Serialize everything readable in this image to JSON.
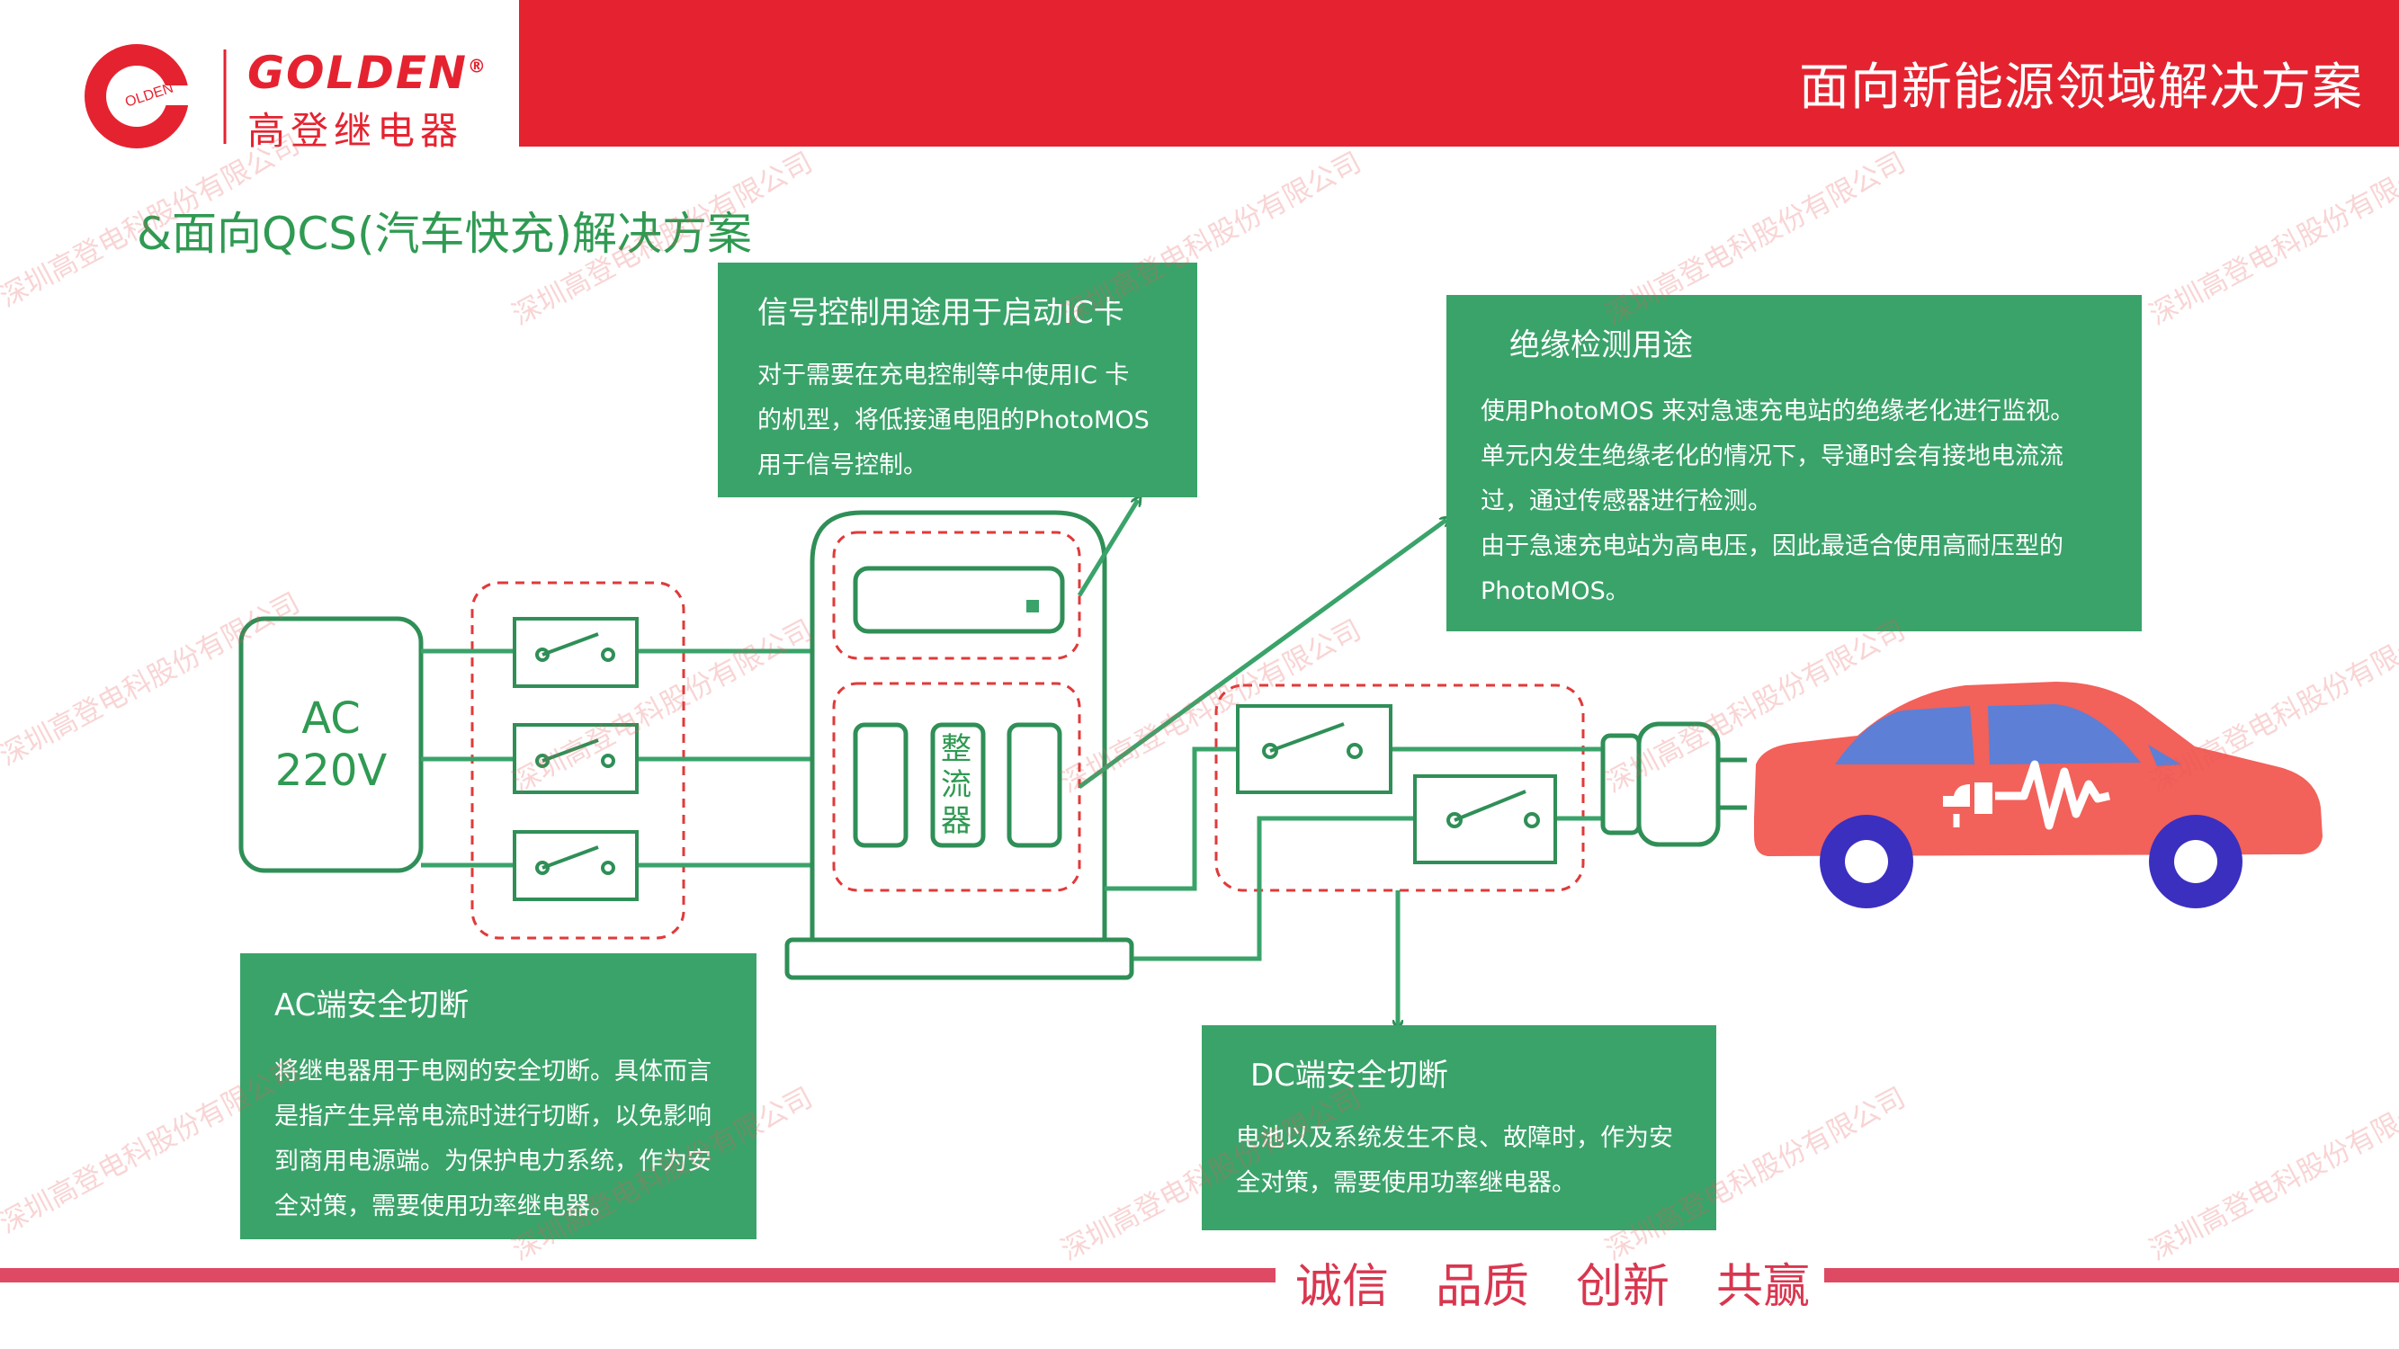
{
  "header": {
    "title": "面向新能源领域解决方案"
  },
  "logo": {
    "brand_en": "GOLDEN",
    "brand_cn": "高登继电器",
    "ring_text": "OLDEN",
    "reg_mark": "®"
  },
  "subtitle": "&面向QCS(汽车快充)解决方案",
  "boxes": {
    "ic": {
      "title": "信号控制用途用于启动IC卡",
      "lines": [
        "对于需要在充电控制等中使用IC 卡",
        "的机型，将低接通电阻的PhotoMOS",
        "用于信号控制。"
      ]
    },
    "insulation": {
      "title": "绝缘检测用途",
      "lines": [
        "使用PhotoMOS 来对急速充电站的绝缘老化进行监视。",
        "单元内发生绝缘老化的情况下，导通时会有接地电流流",
        "过，通过传感器进行检测。",
        "由于急速充电站为高电压，因此最适合使用高耐压型的",
        "PhotoMOS。"
      ]
    },
    "ac": {
      "title": "AC端安全切断",
      "lines": [
        "将继电器用于电网的安全切断。具体而言",
        "是指产生异常电流时进行切断，以免影响",
        "到商用电源端。为保护电力系统，作为安",
        "全对策，需要使用功率继电器。"
      ]
    },
    "dc": {
      "title": "DC端安全切断",
      "lines": [
        "电池以及系统发生不良、故障时，作为安",
        "全对策，需要使用功率继电器。"
      ]
    }
  },
  "diagram": {
    "ac_line1": "AC",
    "ac_line2": "220V",
    "rectifier": [
      "整",
      "流",
      "器"
    ]
  },
  "footer": {
    "slogans": [
      "诚信",
      "品质",
      "创新",
      "共赢"
    ]
  },
  "watermark": "深圳高登电科股份有限公司",
  "colors": {
    "brand_red": "#e52330",
    "green": "#3aa36a",
    "line_green": "#2f8f57",
    "dash_red": "#e03a3a",
    "car_red": "#f2615a",
    "car_window": "#5d7fd6",
    "wheel": "#3b2fbf",
    "footer_pink": "#de4a63"
  }
}
